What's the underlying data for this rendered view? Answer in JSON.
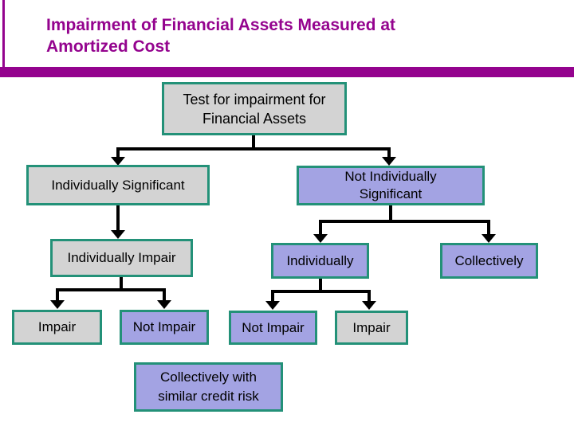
{
  "slide": {
    "title": "Impairment of Financial Assets Measured at\nAmortized Cost"
  },
  "colors": {
    "title_text": "#94038E",
    "accent_bar": "#94038E",
    "node_border": "#239178",
    "node_fill_gray": "#D3D3D3",
    "node_fill_lavender": "#A3A3E3",
    "connector": "#000000",
    "node_text": "#000000"
  },
  "nodes": [
    {
      "label": "Test for impairment for\nFinancial Assets"
    },
    {
      "label": "Individually Significant"
    },
    {
      "label": "Not Individually\nSignificant"
    },
    {
      "label": "Individually Impair"
    },
    {
      "label": "Individually"
    },
    {
      "label": "Collectively"
    },
    {
      "label": "Impair"
    },
    {
      "label": "Not Impair"
    },
    {
      "label": "Not Impair"
    },
    {
      "label": "Impair"
    },
    {
      "label": "Collectively with\nsimilar credit risk"
    }
  ]
}
